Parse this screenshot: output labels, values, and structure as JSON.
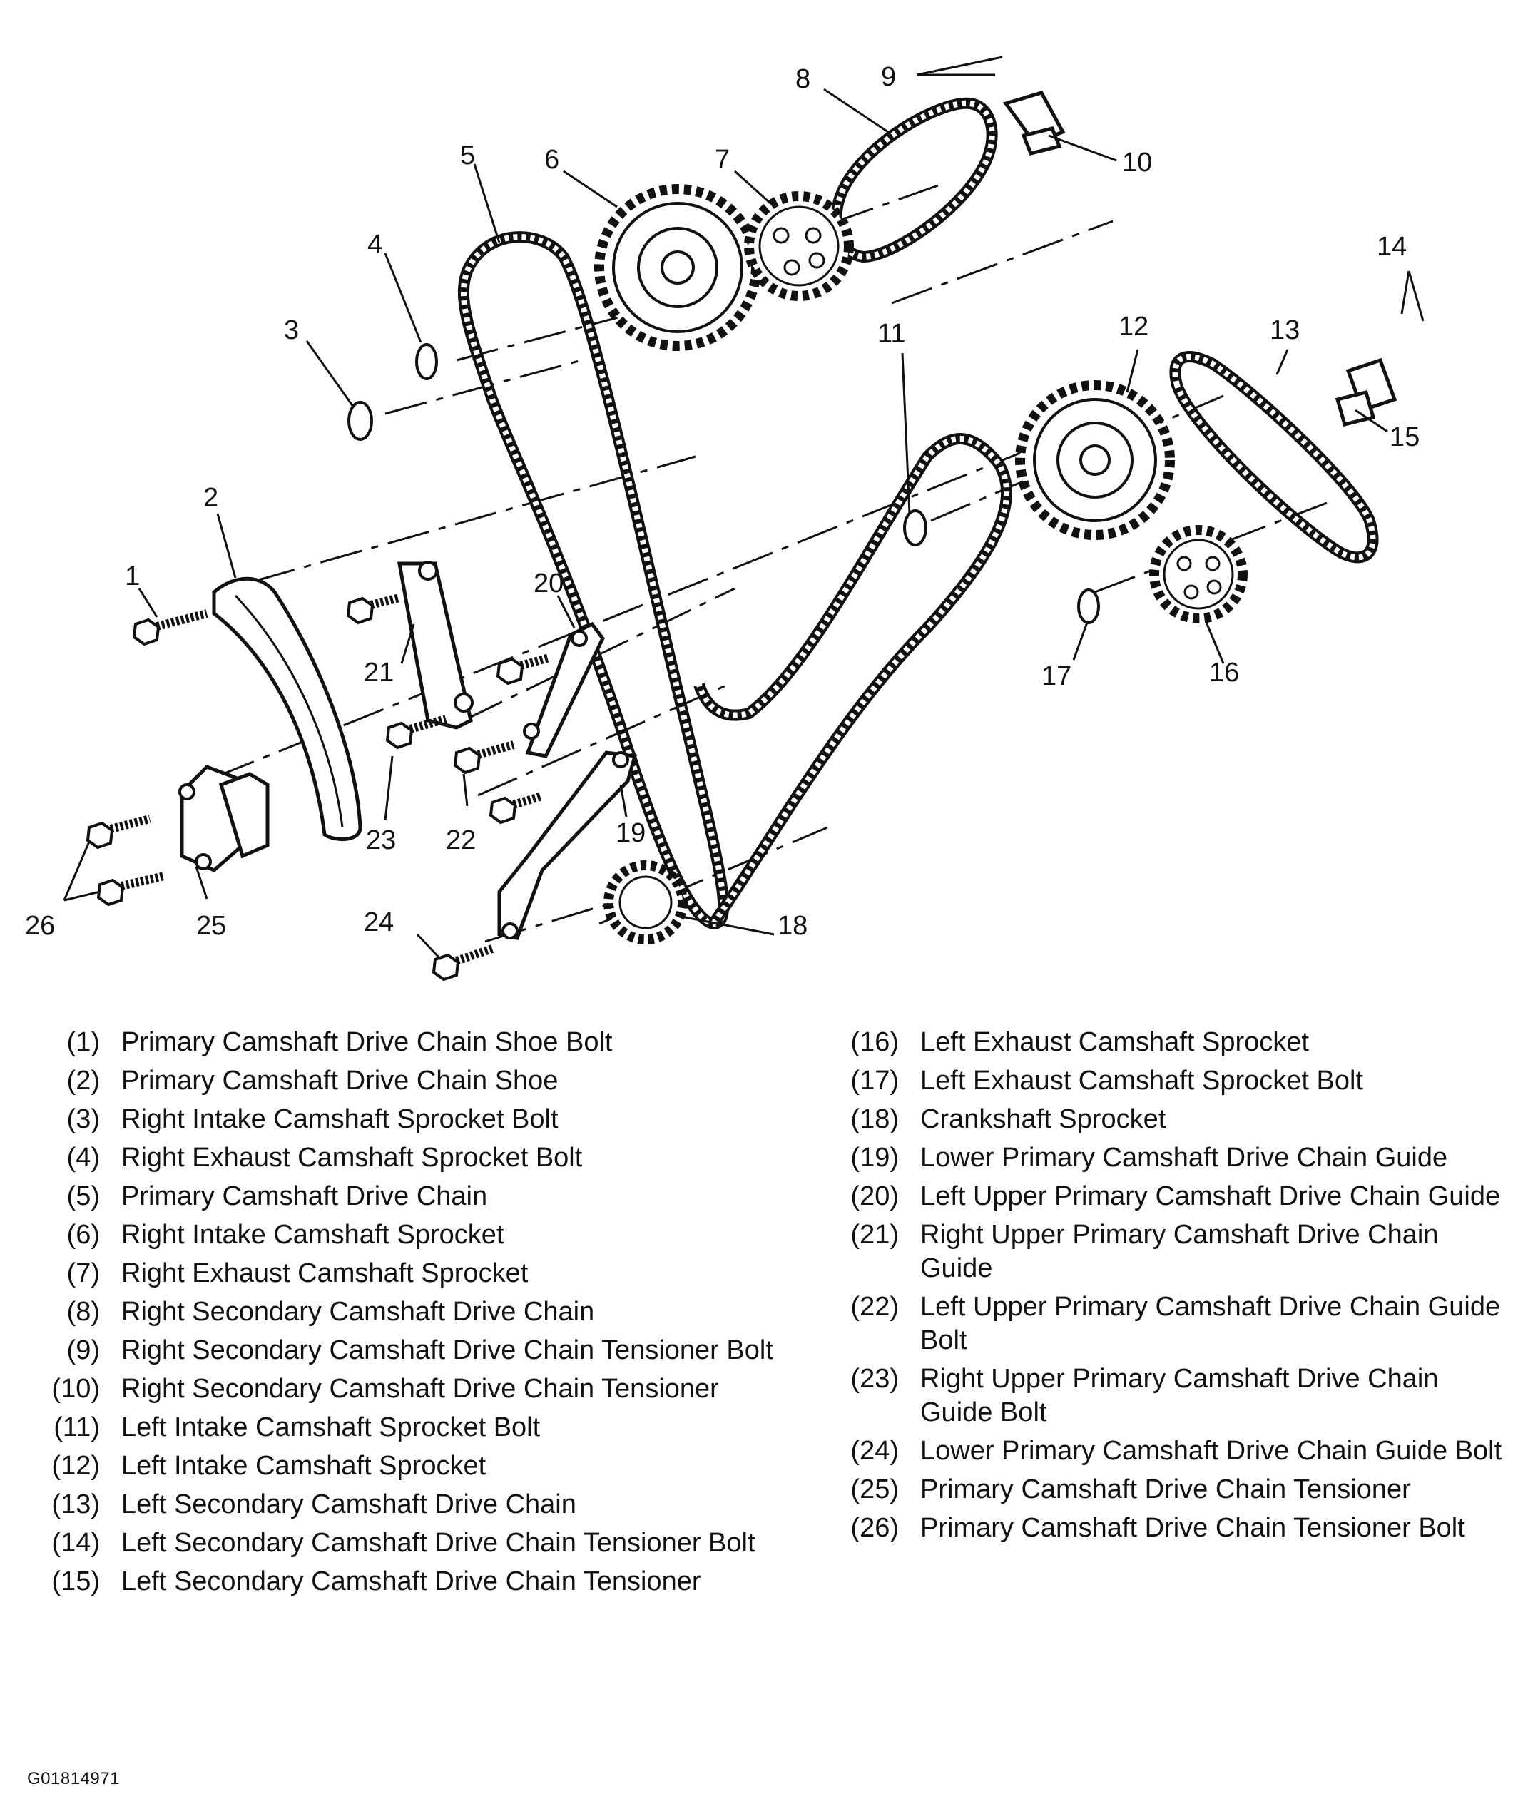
{
  "diagram": {
    "callouts": [
      "1",
      "2",
      "3",
      "4",
      "5",
      "6",
      "7",
      "8",
      "9",
      "10",
      "11",
      "12",
      "13",
      "14",
      "15",
      "16",
      "17",
      "18",
      "19",
      "20",
      "21",
      "22",
      "23",
      "24",
      "25",
      "26"
    ]
  },
  "legend": [
    {
      "num": "(1)",
      "text": "Primary Camshaft Drive Chain Shoe Bolt"
    },
    {
      "num": "(2)",
      "text": "Primary Camshaft Drive Chain Shoe"
    },
    {
      "num": "(3)",
      "text": "Right Intake Camshaft Sprocket Bolt"
    },
    {
      "num": "(4)",
      "text": "Right Exhaust Camshaft Sprocket Bolt"
    },
    {
      "num": "(5)",
      "text": "Primary Camshaft Drive Chain"
    },
    {
      "num": "(6)",
      "text": "Right Intake Camshaft Sprocket"
    },
    {
      "num": "(7)",
      "text": "Right Exhaust Camshaft Sprocket"
    },
    {
      "num": "(8)",
      "text": "Right Secondary Camshaft Drive Chain"
    },
    {
      "num": "(9)",
      "text": "Right Secondary Camshaft Drive Chain Tensioner Bolt"
    },
    {
      "num": "(10)",
      "text": "Right Secondary Camshaft Drive Chain Tensioner"
    },
    {
      "num": "(11)",
      "text": "Left Intake Camshaft Sprocket Bolt"
    },
    {
      "num": "(12)",
      "text": "Left Intake Camshaft Sprocket"
    },
    {
      "num": "(13)",
      "text": "Left Secondary Camshaft Drive Chain"
    },
    {
      "num": "(14)",
      "text": "Left Secondary Camshaft Drive Chain Tensioner Bolt"
    },
    {
      "num": "(15)",
      "text": "Left Secondary Camshaft Drive Chain Tensioner"
    },
    {
      "num": "(16)",
      "text": "Left Exhaust Camshaft Sprocket"
    },
    {
      "num": "(17)",
      "text": "Left Exhaust Camshaft Sprocket Bolt"
    },
    {
      "num": "(18)",
      "text": "Crankshaft Sprocket"
    },
    {
      "num": "(19)",
      "text": "Lower Primary Camshaft Drive Chain Guide"
    },
    {
      "num": "(20)",
      "text": "Left Upper Primary Camshaft Drive Chain Guide"
    },
    {
      "num": "(21)",
      "text": "Right Upper Primary Camshaft Drive Chain Guide"
    },
    {
      "num": "(22)",
      "text": "Left Upper Primary Camshaft Drive Chain Guide Bolt"
    },
    {
      "num": "(23)",
      "text": "Right Upper Primary Camshaft Drive Chain Guide Bolt"
    },
    {
      "num": "(24)",
      "text": "Lower Primary Camshaft Drive Chain Guide Bolt"
    },
    {
      "num": "(25)",
      "text": "Primary Camshaft Drive Chain Tensioner"
    },
    {
      "num": "(26)",
      "text": "Primary Camshaft Drive Chain Tensioner Bolt"
    }
  ],
  "figure_id": "G01814971"
}
